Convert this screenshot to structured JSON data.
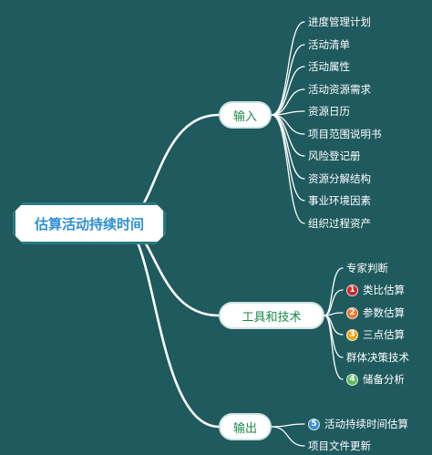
{
  "root": {
    "label": "估算活动持续时间"
  },
  "branches": [
    {
      "label": "输入",
      "items": [
        {
          "label": "进度管理计划"
        },
        {
          "label": "活动清单"
        },
        {
          "label": "活动属性"
        },
        {
          "label": "活动资源需求"
        },
        {
          "label": "资源日历"
        },
        {
          "label": "项目范围说明书"
        },
        {
          "label": "风险登记册"
        },
        {
          "label": "资源分解结构"
        },
        {
          "label": "事业环境因素"
        },
        {
          "label": "组织过程资产"
        }
      ]
    },
    {
      "label": "工具和技术",
      "items": [
        {
          "label": "专家判断"
        },
        {
          "label": "类比估算",
          "badge": "1",
          "badge_color": "#d0262c"
        },
        {
          "label": "参数估算",
          "badge": "2",
          "badge_color": "#e8772e"
        },
        {
          "label": "三点估算",
          "badge": "3",
          "badge_color": "#f0a818"
        },
        {
          "label": "群体决策技术"
        },
        {
          "label": "储备分析",
          "badge": "4",
          "badge_color": "#5cb85c"
        }
      ]
    },
    {
      "label": "输出",
      "items": [
        {
          "label": "活动持续时间估算",
          "badge": "5",
          "badge_color": "#3a8fd8"
        },
        {
          "label": "项目文件更新"
        }
      ]
    }
  ],
  "colors": {
    "background": "#1f5a5e",
    "line": "#ffffff",
    "root_text": "#2e8fd4",
    "branch_text": "#1b8a4a"
  }
}
